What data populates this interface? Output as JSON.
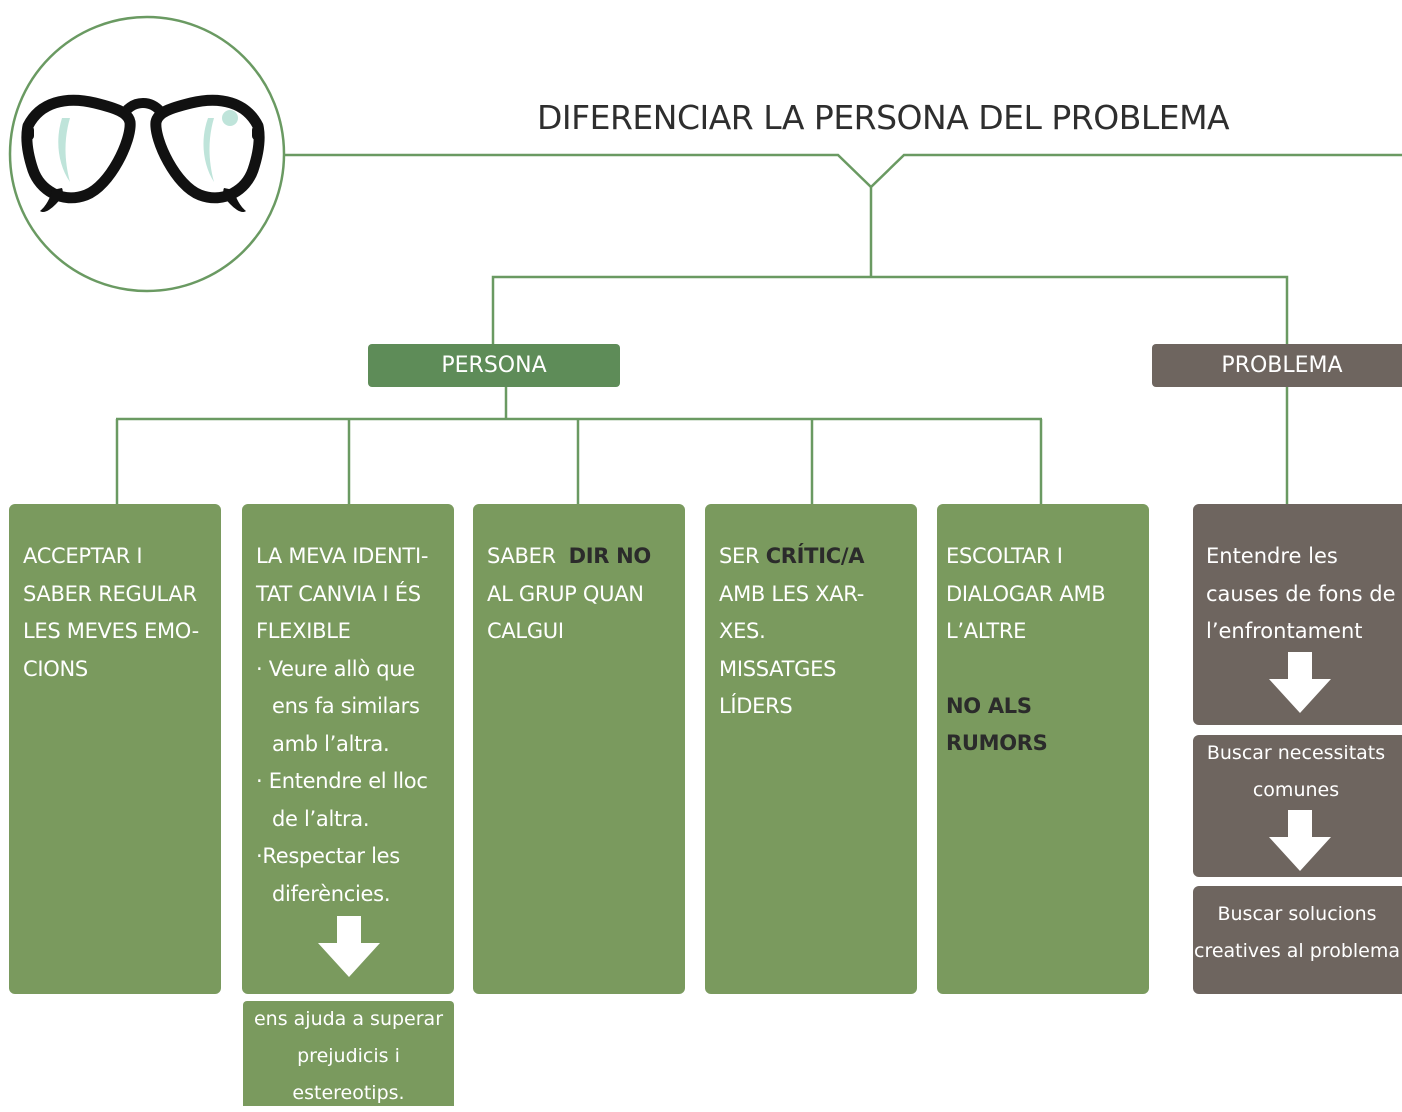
{
  "title": "DIFERENCIAR LA PERSONA DEL PROBLEMA",
  "persona_label": "PERSONA",
  "problema_label": "PROBLEMA",
  "cards": {
    "c1": [
      "ACCEPTAR I",
      "SABER REGULAR",
      "LES MEVES EMO-",
      "CIONS"
    ],
    "c2_head": [
      "LA MEVA IDENTI-",
      "TAT CANVIA I ÉS",
      "FLEXIBLE"
    ],
    "c2_bullets": [
      "· Veure allò que ens fa similars amb l’altra.",
      "· Entendre el lloc de l’altra.",
      "·Respectar les diferències."
    ],
    "c2_result": "ens ajuda a superar prejudicis i estereotips.",
    "c3": {
      "l1a": "SABER",
      "l1b": "DIR NO",
      "l2": "AL GRUP QUAN",
      "l3": "CALGUI"
    },
    "c4": {
      "l1a": "SER",
      "l1b": "CRÍTIC/A",
      "l2": "AMB LES XAR-",
      "l3": "XES.",
      "l4": "MISSATGES",
      "l5": "LÍDERS"
    },
    "c5": {
      "l1": "ESCOLTAR I",
      "l2": "DIALOGAR AMB",
      "l3": "L’ALTRE",
      "l4": "NO ALS RUMORS"
    }
  },
  "problema_steps": {
    "step1": [
      "Entendre les",
      "causes de fons de",
      "l’enfrontament"
    ],
    "step2": [
      "Buscar necessitats",
      "comunes"
    ],
    "step3": [
      "Buscar solucions",
      "creatives al problema"
    ]
  },
  "icons": {
    "logo": "glasses-icon",
    "arrow": "down-arrow-icon"
  },
  "colors": {
    "green": "#5e8c58",
    "card_green": "#7a9a5e",
    "brown": "#6e655f",
    "line": "#6a9a62"
  }
}
